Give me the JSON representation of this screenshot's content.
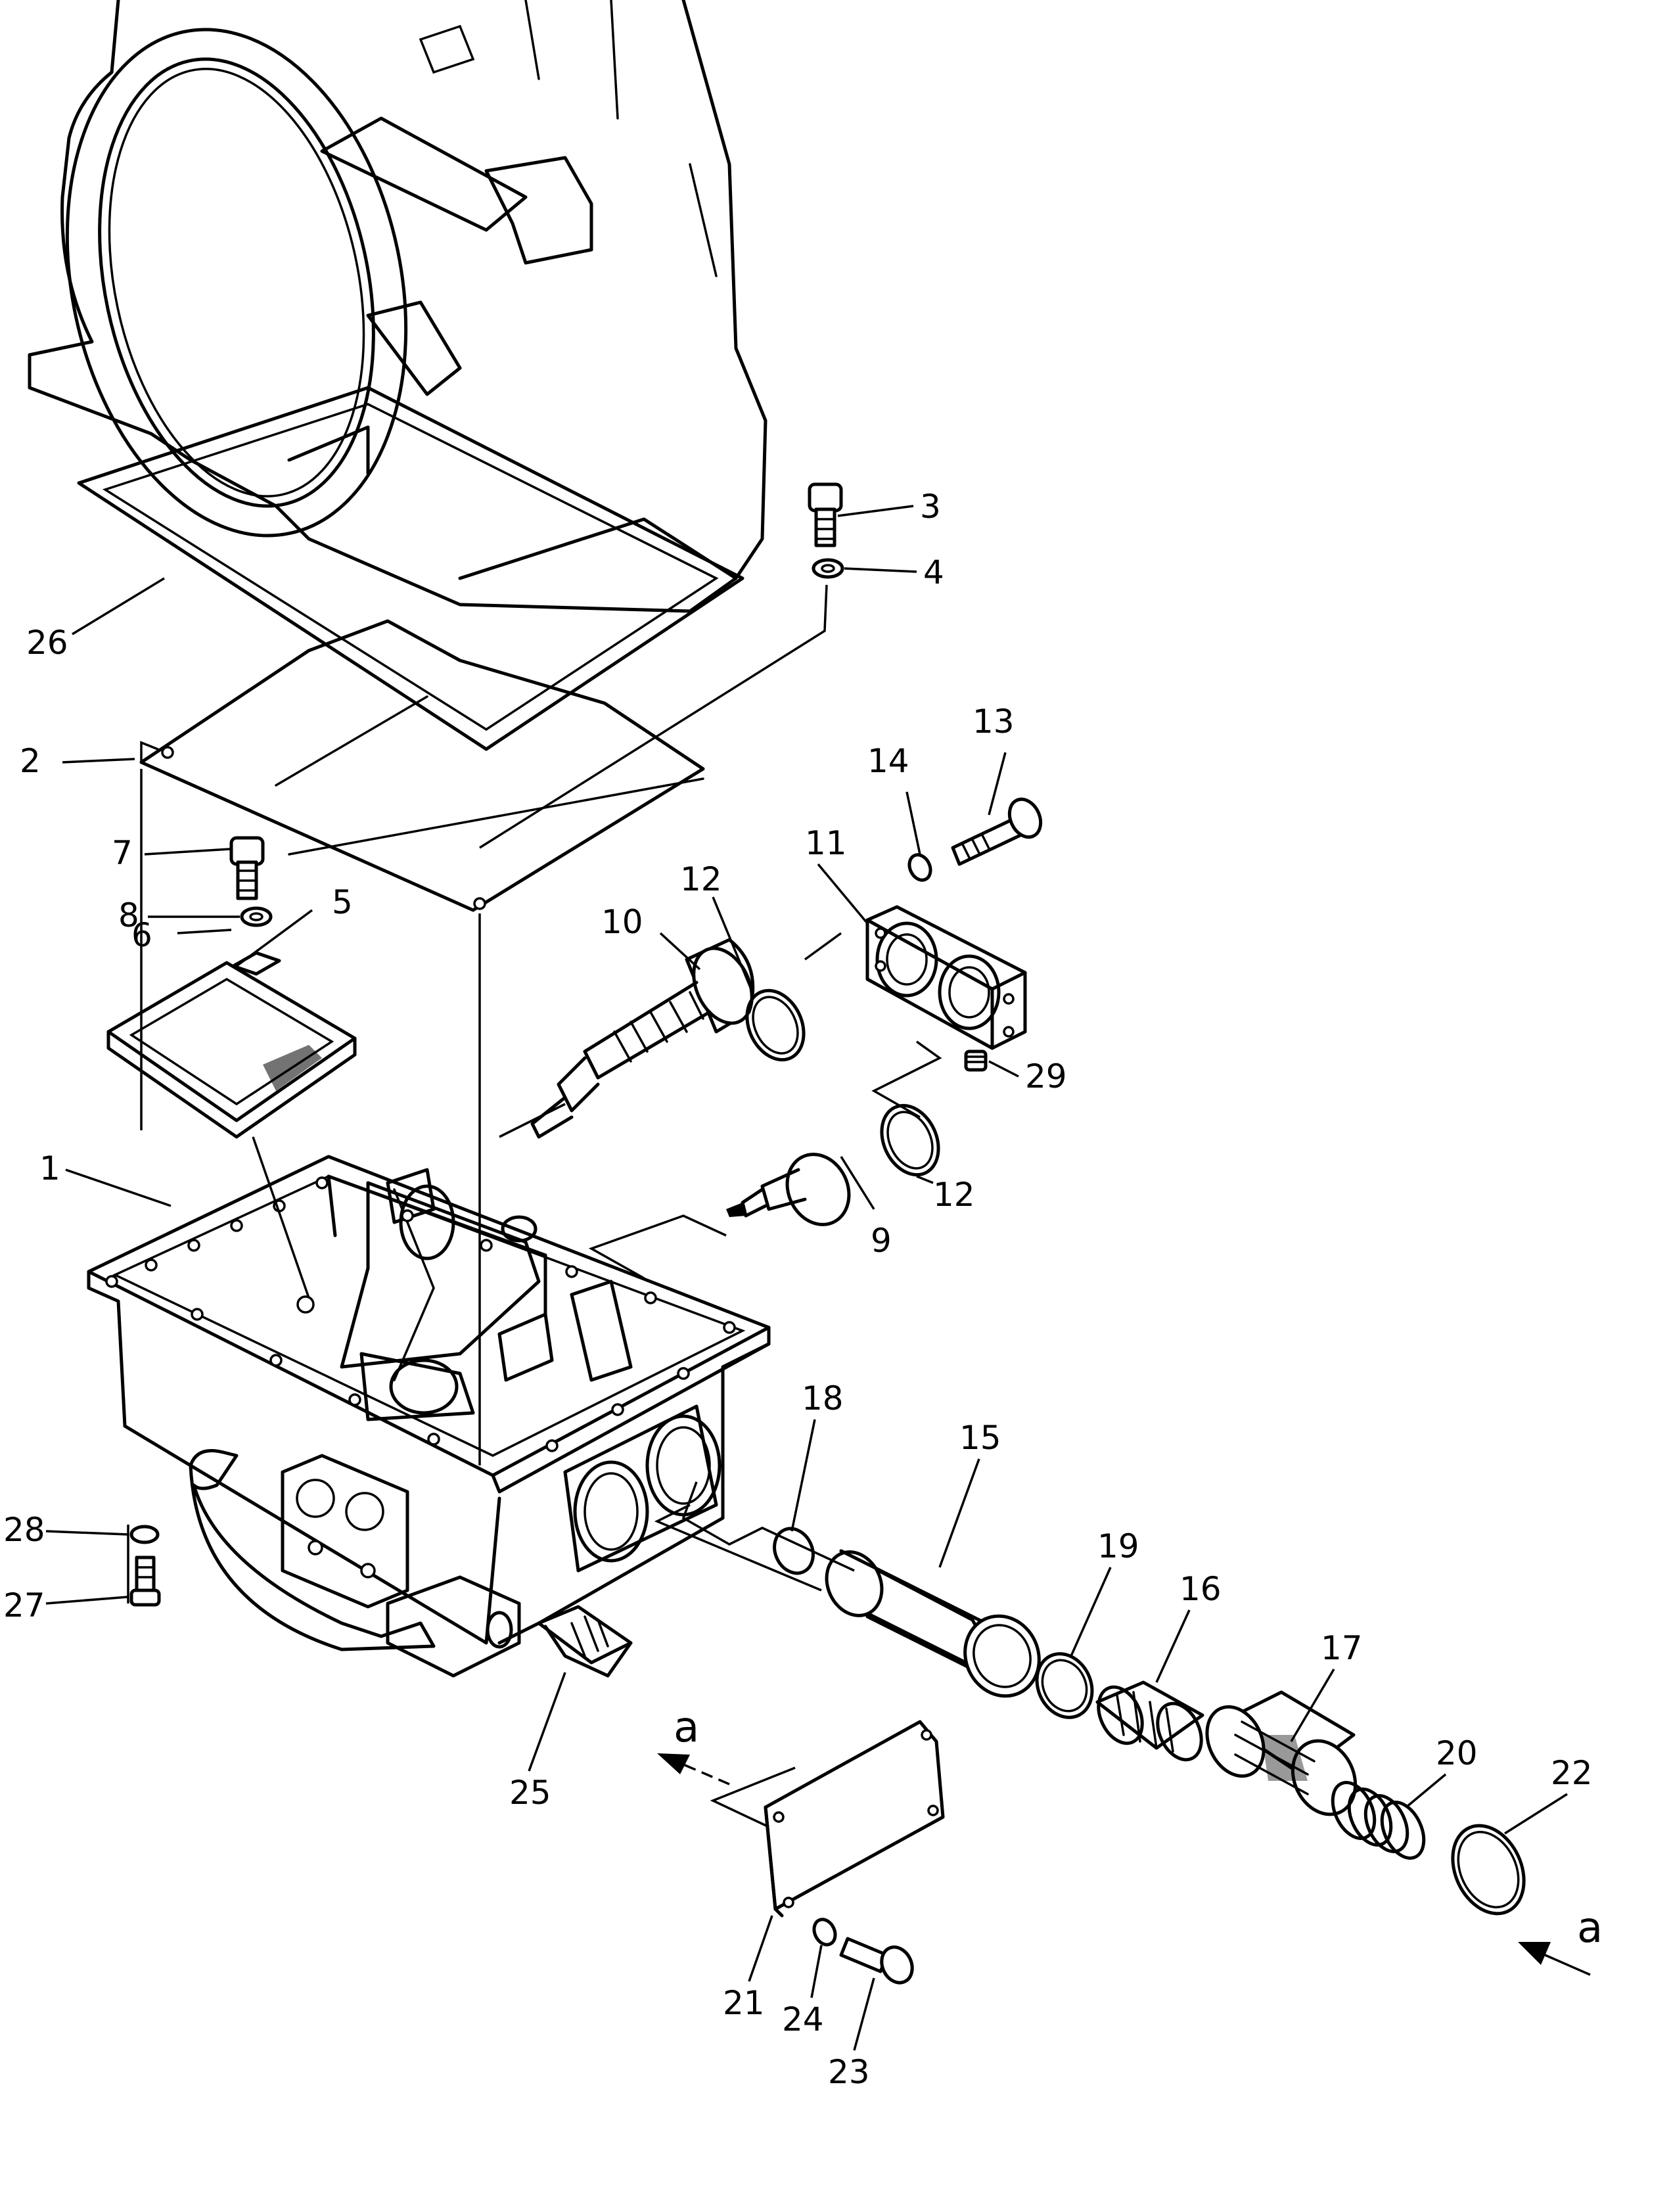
{
  "diagram": {
    "callouts": [
      {
        "id": "1",
        "text": "1"
      },
      {
        "id": "2",
        "text": "2"
      },
      {
        "id": "3",
        "text": "3"
      },
      {
        "id": "4",
        "text": "4"
      },
      {
        "id": "5",
        "text": "5"
      },
      {
        "id": "6",
        "text": "6"
      },
      {
        "id": "7",
        "text": "7"
      },
      {
        "id": "8",
        "text": "8"
      },
      {
        "id": "9",
        "text": "9"
      },
      {
        "id": "10",
        "text": "10"
      },
      {
        "id": "11",
        "text": "11"
      },
      {
        "id": "12a",
        "text": "12"
      },
      {
        "id": "12b",
        "text": "12"
      },
      {
        "id": "13",
        "text": "13"
      },
      {
        "id": "14",
        "text": "14"
      },
      {
        "id": "15",
        "text": "15"
      },
      {
        "id": "16",
        "text": "16"
      },
      {
        "id": "17",
        "text": "17"
      },
      {
        "id": "18",
        "text": "18"
      },
      {
        "id": "19",
        "text": "19"
      },
      {
        "id": "20",
        "text": "20"
      },
      {
        "id": "21",
        "text": "21"
      },
      {
        "id": "22",
        "text": "22"
      },
      {
        "id": "23",
        "text": "23"
      },
      {
        "id": "24",
        "text": "24"
      },
      {
        "id": "25",
        "text": "25"
      },
      {
        "id": "26",
        "text": "26"
      },
      {
        "id": "27",
        "text": "27"
      },
      {
        "id": "28",
        "text": "28"
      },
      {
        "id": "29",
        "text": "29"
      }
    ],
    "view_markers": [
      {
        "id": "a-left",
        "text": "a"
      },
      {
        "id": "a-right",
        "text": "a"
      }
    ]
  }
}
